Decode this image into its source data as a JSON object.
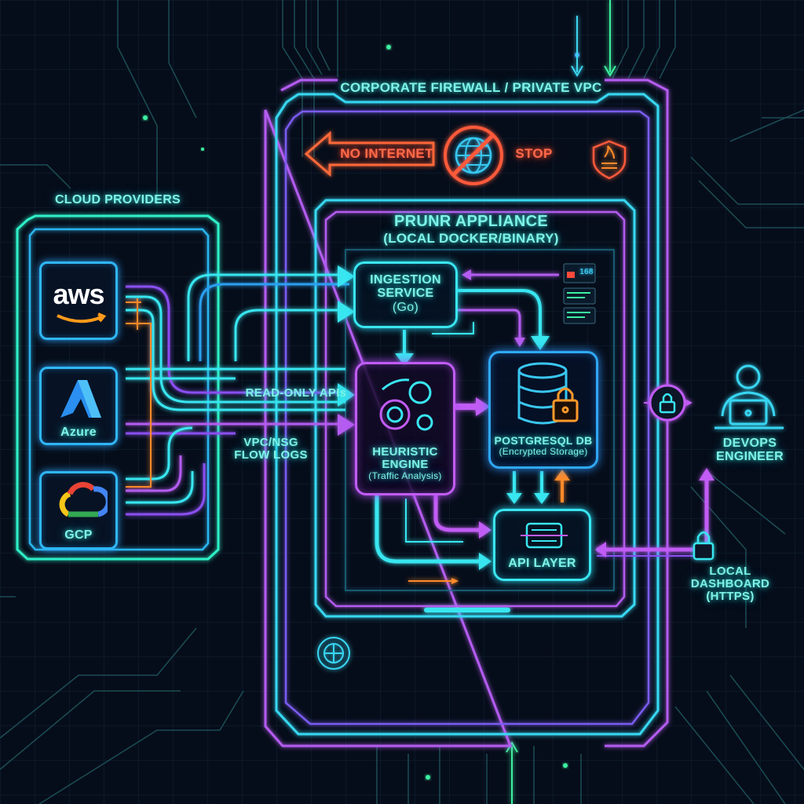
{
  "firewall": {
    "title": "CORPORATE FIREWALL / PRIVATE VPC",
    "no_internet_label": "NO INTERNET",
    "stop_label": "STOP",
    "icons": [
      "no-internet-globe-icon",
      "firewall-shield-icon"
    ]
  },
  "cloud_providers": {
    "title": "CLOUD PROVIDERS",
    "providers": [
      {
        "name": "aws",
        "label": "aws"
      },
      {
        "name": "azure",
        "label": "Azure"
      },
      {
        "name": "gcp",
        "label": "GCP"
      }
    ]
  },
  "flows": {
    "read_only_apis": "READ-ONLY APIs",
    "flow_logs_line1": "VPC/NSG",
    "flow_logs_line2": "FLOW LOGS"
  },
  "appliance": {
    "title": "PRUNR APPLIANCE",
    "subtitle": "(LOCAL DOCKER/BINARY)",
    "status_readout": "168",
    "components": {
      "ingestion": {
        "line1": "INGESTION",
        "line2": "SERVICE",
        "line3": "(Go)"
      },
      "heuristic": {
        "line1": "HEURISTIC",
        "line2": "ENGINE",
        "line3": "(Traffic Analysis)"
      },
      "database": {
        "line1": "POSTGRESQL DB",
        "line2": "(Encrypted Storage)"
      },
      "api": {
        "line1": "API LAYER"
      }
    }
  },
  "user": {
    "line1": "DEVOPS",
    "line2": "ENGINEER"
  },
  "dashboard": {
    "line1": "LOCAL",
    "line2": "DASHBOARD",
    "line3": "(HTTPS)"
  },
  "colors": {
    "cyan": "#39e6f0",
    "purple": "#c15cf5",
    "blue": "#2fa8f5",
    "orange": "#ff8a2a",
    "red": "#ff4a2a",
    "label": "#7ff3e6",
    "background": "#060d1a"
  }
}
